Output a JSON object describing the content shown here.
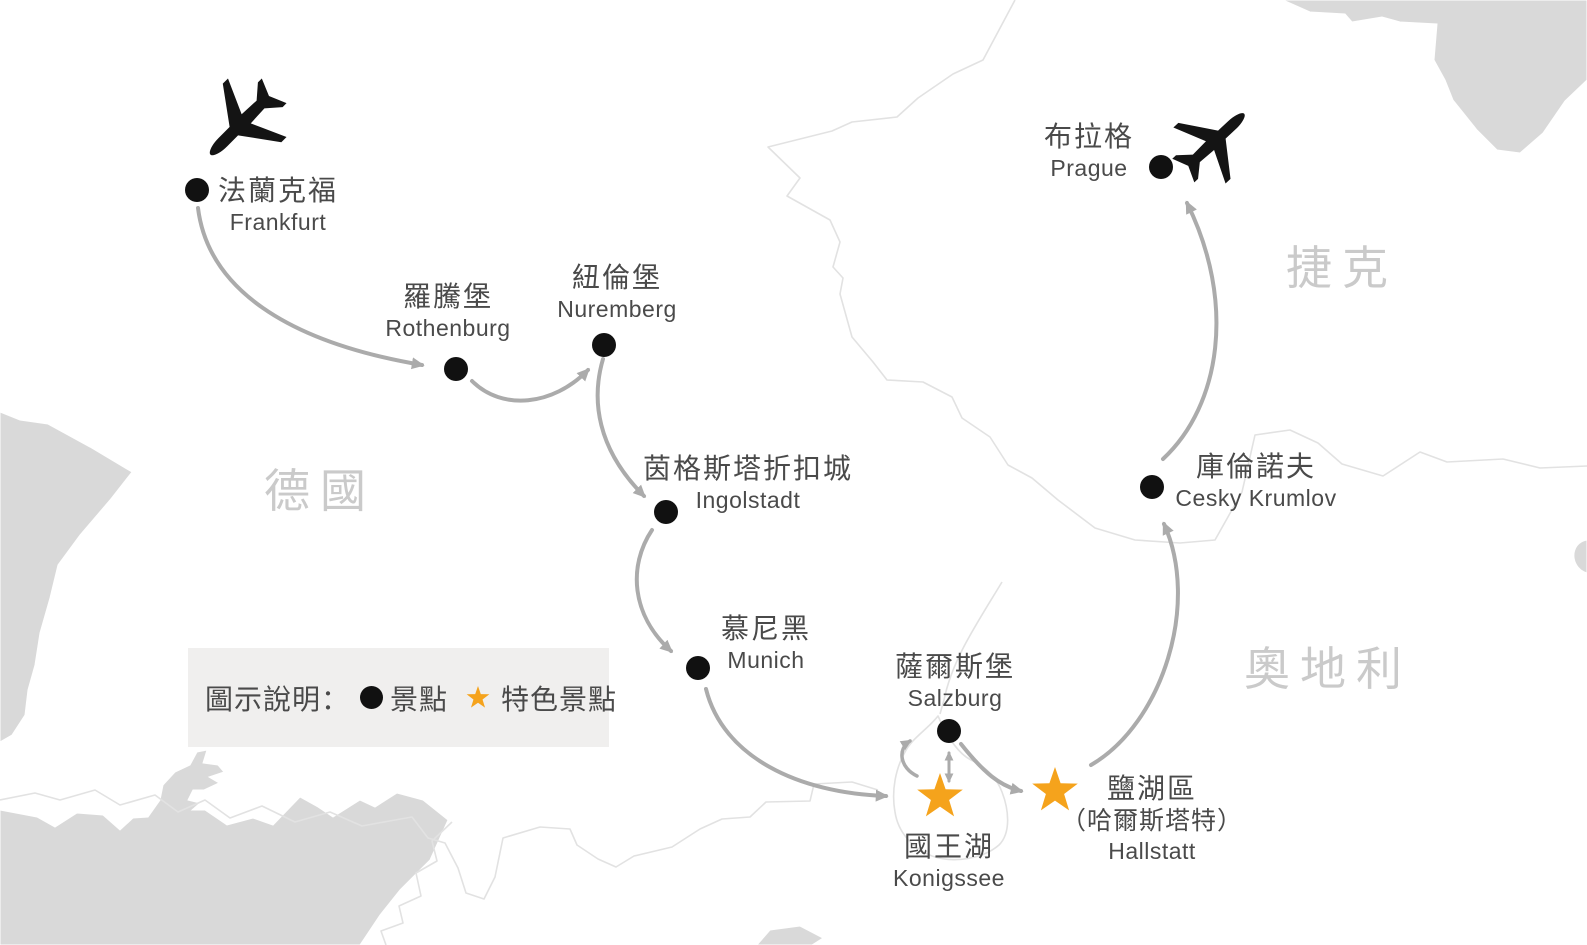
{
  "countries": [
    {
      "label": "德國"
    },
    {
      "label": "捷克"
    },
    {
      "label": "奧地利"
    }
  ],
  "stops": [
    {
      "id": "frankfurt",
      "zh": "法蘭克福",
      "en": "Frankfurt",
      "marker": "dot"
    },
    {
      "id": "rothenburg",
      "zh": "羅騰堡",
      "en": "Rothenburg",
      "marker": "dot"
    },
    {
      "id": "nuremberg",
      "zh": "紐倫堡",
      "en": "Nuremberg",
      "marker": "dot"
    },
    {
      "id": "ingolstadt",
      "zh": "茵格斯塔折扣城",
      "en": "Ingolstadt",
      "marker": "dot"
    },
    {
      "id": "munich",
      "zh": "慕尼黑",
      "en": "Munich",
      "marker": "dot"
    },
    {
      "id": "salzburg",
      "zh": "薩爾斯堡",
      "en": "Salzburg",
      "marker": "dot"
    },
    {
      "id": "konigssee",
      "zh": "國王湖",
      "en": "Konigssee",
      "marker": "star"
    },
    {
      "id": "hallstatt",
      "zh": "鹽湖區",
      "zh2": "（哈爾斯塔特）",
      "en": "Hallstatt",
      "marker": "star"
    },
    {
      "id": "cesky-krumlov",
      "zh": "庫倫諾夫",
      "en": "Cesky Krumlov",
      "marker": "dot"
    },
    {
      "id": "prague",
      "zh": "布拉格",
      "en": "Prague",
      "marker": "dot"
    }
  ],
  "legend": {
    "title": "圖示說明：",
    "dot_label": "景點",
    "star_label": "特色景點"
  },
  "icons": {
    "frankfurt_plane": "airplane-icon",
    "prague_plane": "airplane-icon",
    "dot_marker": "circle",
    "star_marker": "star"
  },
  "colors": {
    "star": "#F5A31C",
    "dot": "#111111",
    "arrow": "#ABABAB",
    "land": "#D9D9D9",
    "border_line": "#E2E2E2",
    "country_label": "#CACACA",
    "text": "#4A4A4A",
    "legend_bg": "#F0EFEE"
  }
}
